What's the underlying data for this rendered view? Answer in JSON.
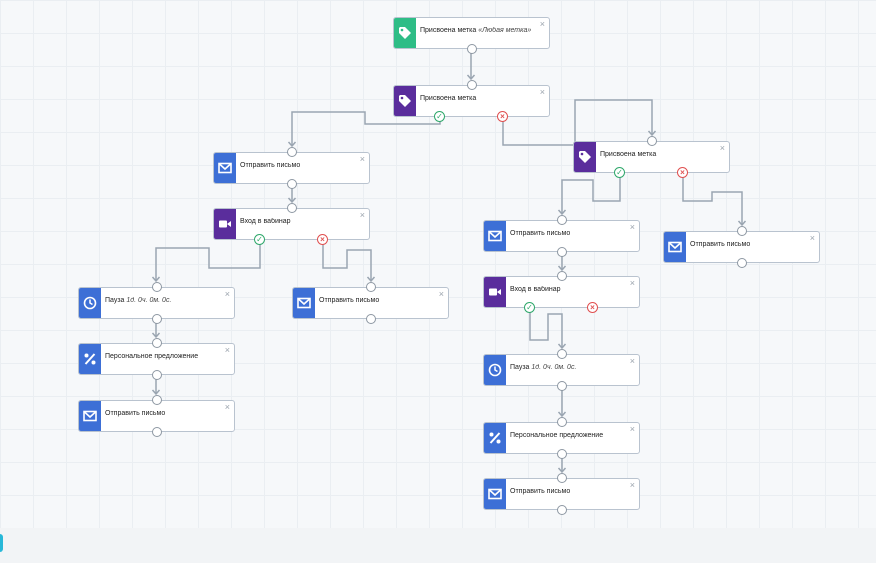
{
  "colors": {
    "tag_green": "#2ebd86",
    "tag_purple": "#5a2d9c",
    "email_blue": "#3d6fd6",
    "webinar_purple": "#5a2d9c",
    "yes": "#2fa86b",
    "no": "#e05050",
    "wire": "#9aa5b1"
  },
  "close_symbol": "×",
  "yes_symbol": "✓",
  "no_symbol": "×",
  "nodes": [
    {
      "id": "n1",
      "name": "node-tag-any",
      "icon": "tag-icon",
      "color": "#2ebd86",
      "title": "Присвоена метка",
      "title_italic": "«Любая метка»"
    },
    {
      "id": "n2",
      "name": "node-tag-condition",
      "icon": "tag-icon",
      "color": "#5a2d9c",
      "title": "Присвоена метка",
      "title_italic": ""
    },
    {
      "id": "n3",
      "name": "node-send-email",
      "icon": "envelope-icon",
      "color": "#3d6fd6",
      "title": "Отправить письмо",
      "title_italic": ""
    },
    {
      "id": "n4",
      "name": "node-webinar",
      "icon": "video-camera-icon",
      "color": "#5a2d9c",
      "title": "Вход в вабинар",
      "title_italic": ""
    },
    {
      "id": "n5",
      "name": "node-pause",
      "icon": "clock-icon",
      "color": "#3d6fd6",
      "title": "Пауза",
      "title_italic": "1д. 0ч. 0м. 0с."
    },
    {
      "id": "n6",
      "name": "node-personal-offer",
      "icon": "percent-icon",
      "color": "#3d6fd6",
      "title": "Персональное предложение",
      "title_italic": ""
    },
    {
      "id": "n7",
      "name": "node-send-email",
      "icon": "envelope-icon",
      "color": "#3d6fd6",
      "title": "Отправить письмо",
      "title_italic": ""
    },
    {
      "id": "n8",
      "name": "node-send-email",
      "icon": "envelope-icon",
      "color": "#3d6fd6",
      "title": "Отправить письмо",
      "title_italic": ""
    },
    {
      "id": "n9",
      "name": "node-tag-condition",
      "icon": "tag-icon",
      "color": "#5a2d9c",
      "title": "Присвоена метка",
      "title_italic": ""
    },
    {
      "id": "n10",
      "name": "node-send-email",
      "icon": "envelope-icon",
      "color": "#3d6fd6",
      "title": "Отправить письмо",
      "title_italic": ""
    },
    {
      "id": "n11",
      "name": "node-webinar",
      "icon": "video-camera-icon",
      "color": "#5a2d9c",
      "title": "Вход в вабинар",
      "title_italic": ""
    },
    {
      "id": "n12",
      "name": "node-pause",
      "icon": "clock-icon",
      "color": "#3d6fd6",
      "title": "Пауза",
      "title_italic": "1д. 0ч. 0м. 0с."
    },
    {
      "id": "n13",
      "name": "node-personal-offer",
      "icon": "percent-icon",
      "color": "#3d6fd6",
      "title": "Персональное предложение",
      "title_italic": ""
    },
    {
      "id": "n14",
      "name": "node-send-email",
      "icon": "envelope-icon",
      "color": "#3d6fd6",
      "title": "Отправить письмо",
      "title_italic": ""
    },
    {
      "id": "n15",
      "name": "node-send-email",
      "icon": "envelope-icon",
      "color": "#3d6fd6",
      "title": "Отправить письмо",
      "title_italic": ""
    }
  ]
}
